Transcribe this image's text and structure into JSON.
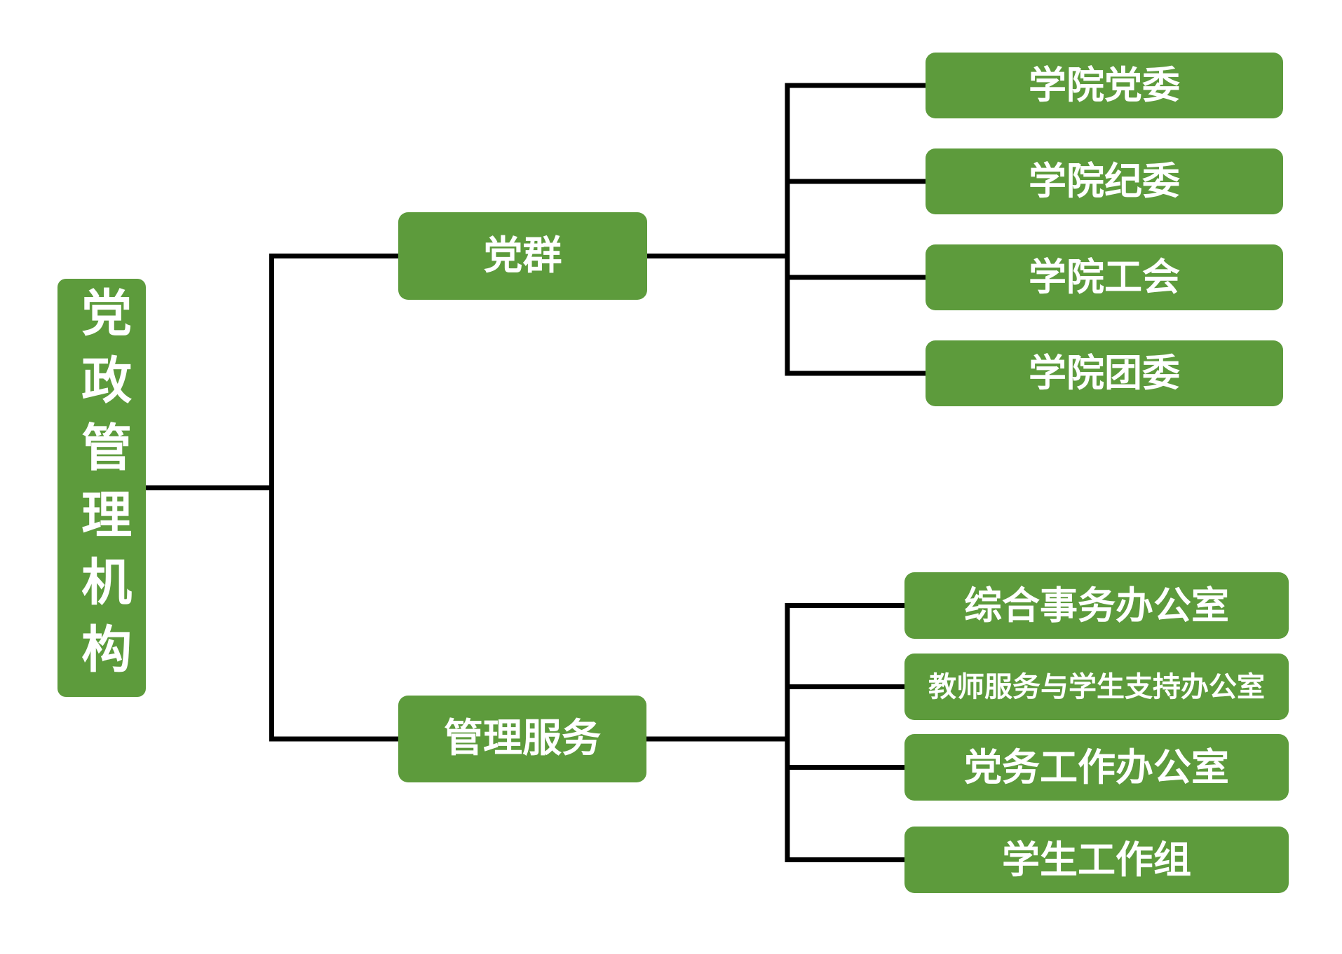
{
  "diagram": {
    "title": "党政管理机构",
    "colors": {
      "node_fill": "#5d9b3c",
      "node_text": "#ffffff",
      "connector": "#000000",
      "background": "#ffffff"
    },
    "root": {
      "label": "党政管理机构"
    },
    "branches": [
      {
        "label": "党群",
        "children": [
          {
            "label": "学院党委"
          },
          {
            "label": "学院纪委"
          },
          {
            "label": "学院工会"
          },
          {
            "label": "学院团委"
          }
        ]
      },
      {
        "label": "管理服务",
        "children": [
          {
            "label": "综合事务办公室"
          },
          {
            "label": "教师服务与学生支持办公室"
          },
          {
            "label": "党务工作办公室"
          },
          {
            "label": "学生工作组"
          }
        ]
      }
    ]
  }
}
